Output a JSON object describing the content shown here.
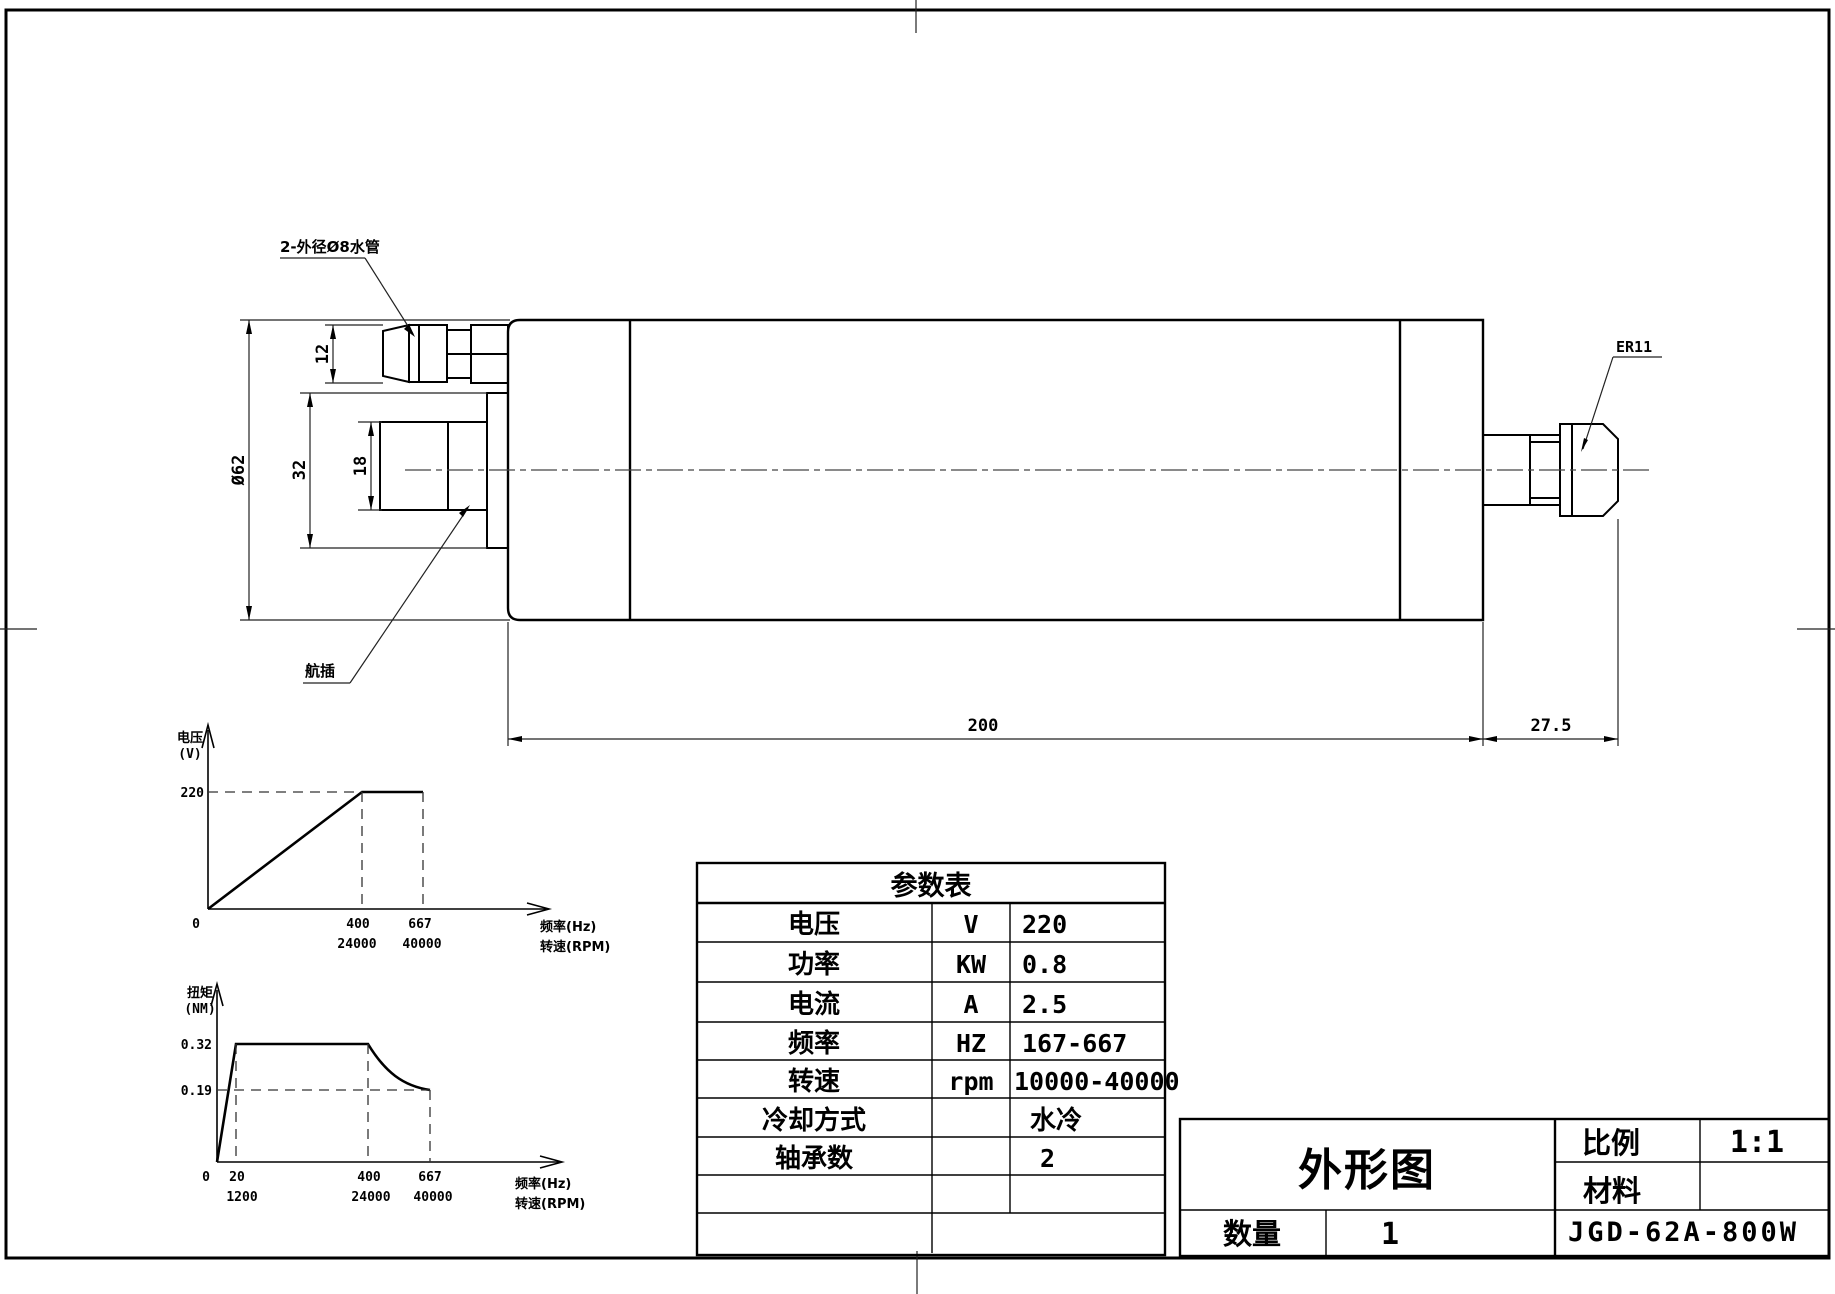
{
  "drawing": {
    "title": "JGD-62A-800W spindle outline drawing",
    "labels": {
      "water_pipe": "2-外径Ø8水管",
      "aviation_plug": "航插",
      "collet": "ER11"
    },
    "dimensions": {
      "fitting_height": "12",
      "plate_height": "32",
      "plug_height": "18",
      "body_diameter": "Ø62",
      "body_length": "200",
      "nose_length": "27.5"
    },
    "colors": {
      "ink": "#000000",
      "paper": "#ffffff"
    }
  },
  "chart_data": [
    {
      "type": "line",
      "title": "voltage vs frequency",
      "ylabel": "电压",
      "ylabel_unit": "(V)",
      "xlabel_line1": "频率(Hz)",
      "xlabel_line2": "转速(RPM)",
      "y_tick": "220",
      "x_ticks": [
        "0",
        "400",
        "667"
      ],
      "x_ticks_rpm": [
        "24000",
        "40000"
      ],
      "points_hz_v": [
        [
          0,
          0
        ],
        [
          400,
          220
        ],
        [
          667,
          220
        ]
      ],
      "rpm_map": {
        "400": 24000,
        "667": 40000
      },
      "ylim": [
        0,
        260
      ],
      "xlim": [
        0,
        760
      ],
      "grid": "dashed reference lines at 220 V, 400 Hz, 667 Hz"
    },
    {
      "type": "line",
      "title": "torque vs frequency",
      "ylabel": "扭矩",
      "ylabel_unit": "(NM)",
      "xlabel_line1": "频率(Hz)",
      "xlabel_line2": "转速(RPM)",
      "y_ticks": [
        "0.32",
        "0.19"
      ],
      "x_ticks": [
        "0",
        "20",
        "400",
        "667"
      ],
      "x_ticks_rpm": [
        "1200",
        "24000",
        "40000"
      ],
      "points_hz_nm": [
        [
          0,
          0
        ],
        [
          20,
          0.32
        ],
        [
          400,
          0.32
        ],
        [
          667,
          0.19
        ]
      ],
      "rpm_map": {
        "20": 1200,
        "400": 24000,
        "667": 40000
      },
      "ylim": [
        0,
        0.42
      ],
      "xlim": [
        0,
        780
      ],
      "grid": "dashed reference lines at 0.32 NM, 0.19 NM, 20 Hz, 400 Hz, 667 Hz"
    }
  ],
  "table": {
    "title": "参数表",
    "rows": [
      {
        "name": "电压",
        "unit": "V",
        "value": "220"
      },
      {
        "name": "功率",
        "unit": "KW",
        "value": "0.8"
      },
      {
        "name": "电流",
        "unit": "A",
        "value": "2.5"
      },
      {
        "name": "频率",
        "unit": "HZ",
        "value": "167-667"
      },
      {
        "name": "转速",
        "unit": "rpm",
        "value": "10000-40000"
      },
      {
        "name": "冷却方式",
        "unit": "",
        "value": "水冷"
      },
      {
        "name": "轴承数",
        "unit": "",
        "value": "2"
      },
      {
        "name": "",
        "unit": "",
        "value": ""
      },
      {
        "name": "",
        "unit": "",
        "value": ""
      }
    ]
  },
  "title_block": {
    "name": "外形图",
    "scale_label": "比例",
    "scale_value": "1:1",
    "material_label": "材料",
    "material_value": "",
    "quantity_label": "数量",
    "quantity_value": "1",
    "model": "JGD-62A-800W"
  }
}
